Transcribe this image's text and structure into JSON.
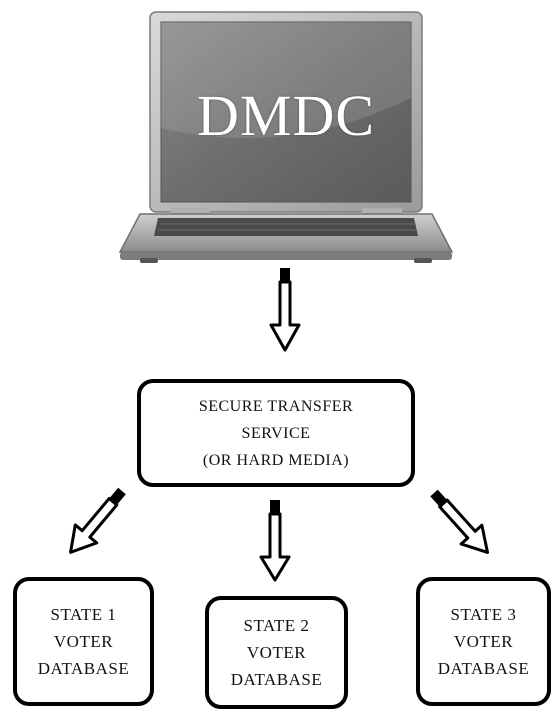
{
  "laptop": {
    "screen_label": "DMDC"
  },
  "transfer_box": {
    "lines": [
      "SECURE TRANSFER",
      "SERVICE",
      "(OR HARD MEDIA)"
    ]
  },
  "states": [
    {
      "lines": [
        "STATE 1",
        "VOTER",
        "DATABASE"
      ]
    },
    {
      "lines": [
        "STATE 2",
        "VOTER",
        "DATABASE"
      ]
    },
    {
      "lines": [
        "STATE 3",
        "VOTER",
        "DATABASE"
      ]
    }
  ]
}
